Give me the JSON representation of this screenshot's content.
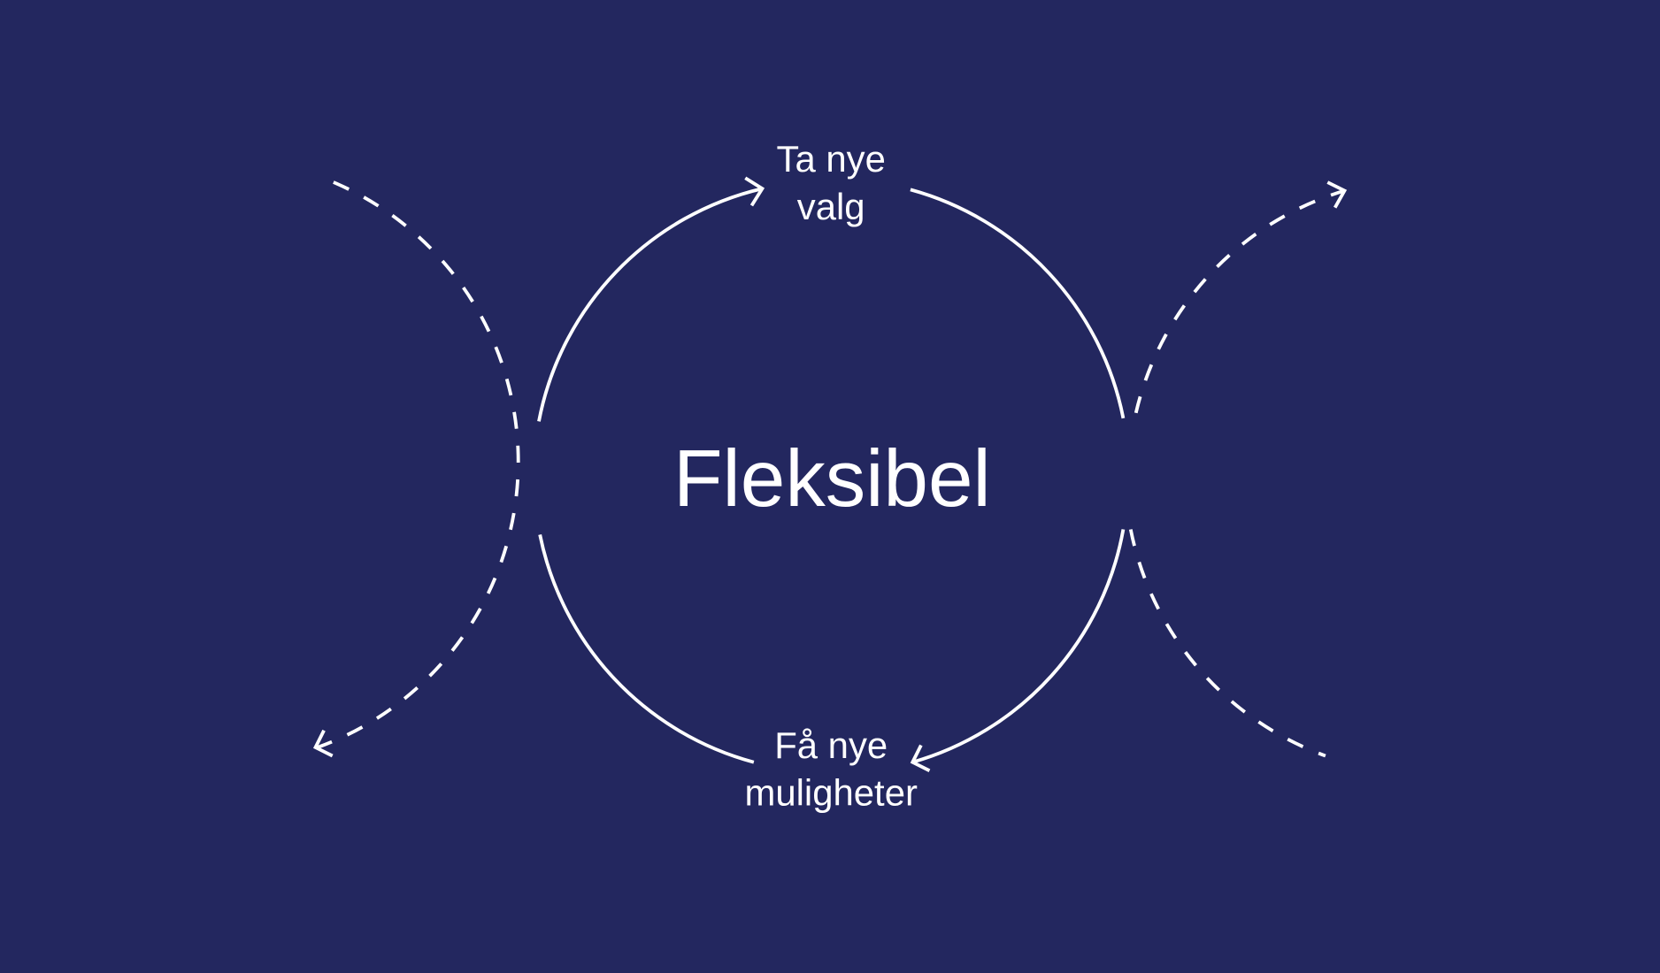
{
  "diagram": {
    "center_label": "Fleksibel",
    "top_label": [
      "Ta nye",
      "valg"
    ],
    "bottom_label": [
      "Få nye",
      "muligheter"
    ],
    "colors": {
      "background": "#23275f",
      "foreground": "#ffffff"
    }
  }
}
